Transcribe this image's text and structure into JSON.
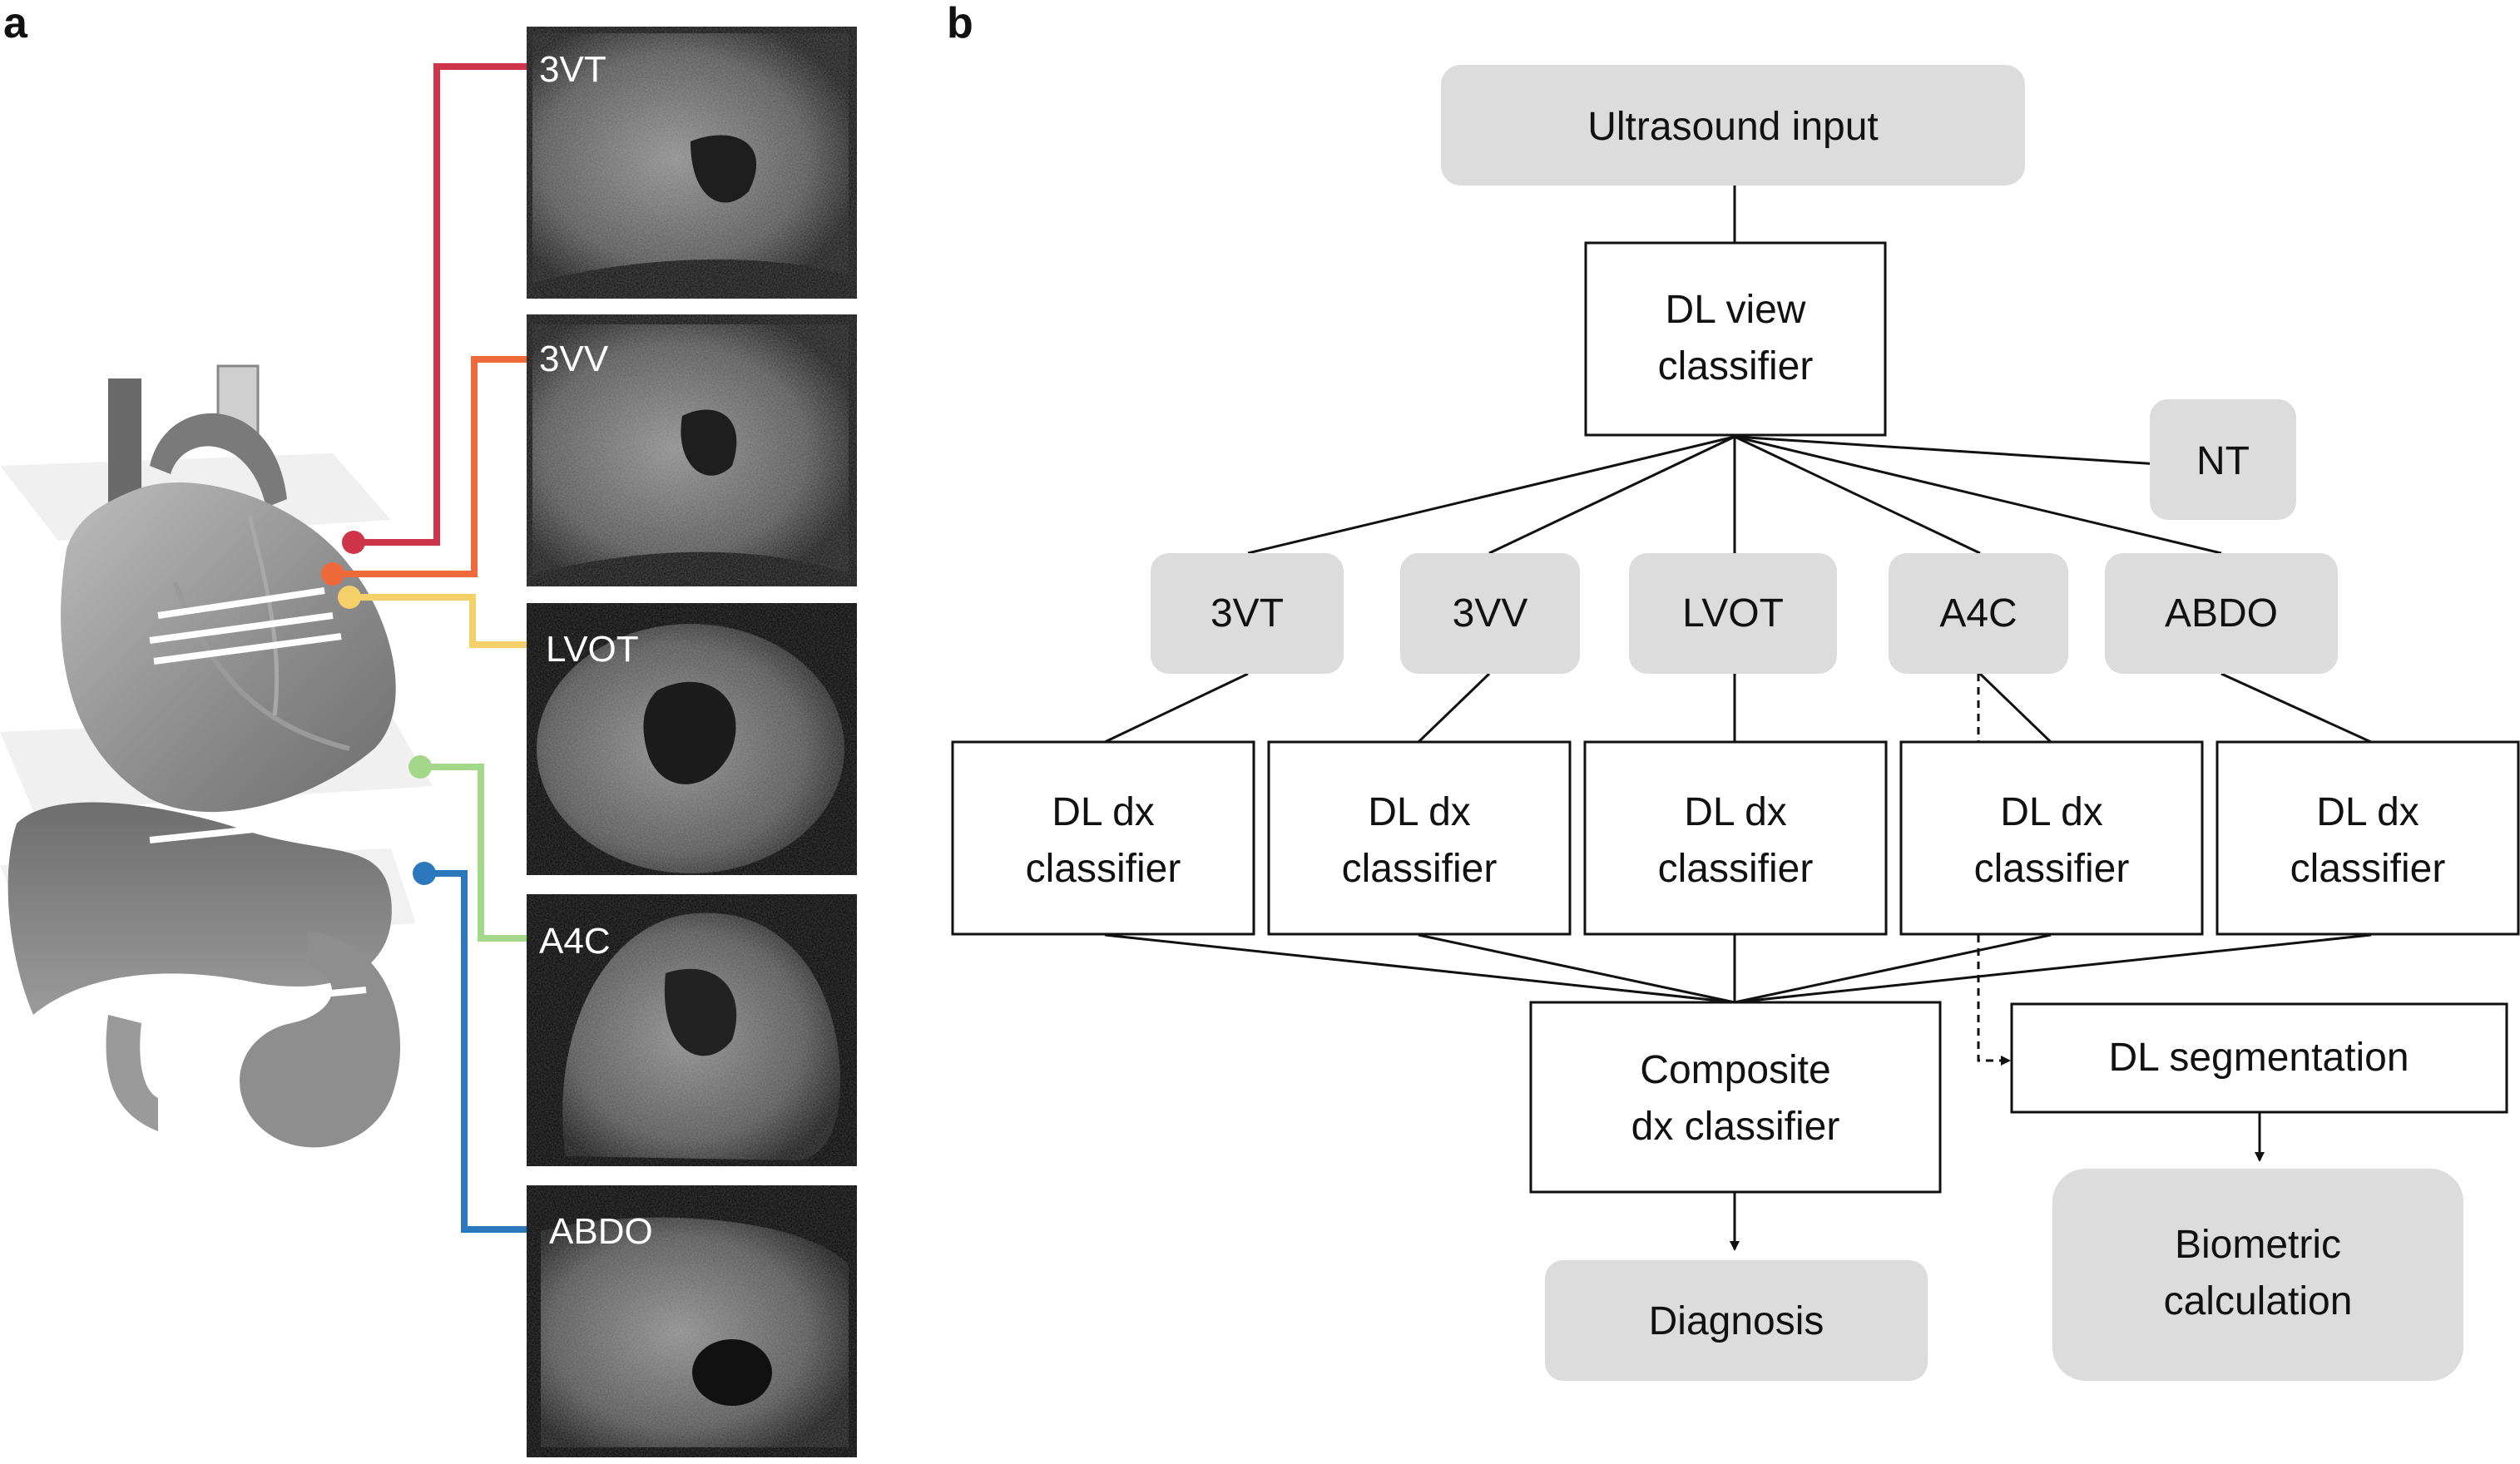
{
  "panel_a": {
    "letter": "a",
    "views": [
      {
        "label": "3VT",
        "color": "#d0344a"
      },
      {
        "label": "3VV",
        "color": "#ee6a3a"
      },
      {
        "label": "LVOT",
        "color": "#f5cf6a"
      },
      {
        "label": "A4C",
        "color": "#a3d88b"
      },
      {
        "label": "ABDO",
        "color": "#2b78bd"
      }
    ]
  },
  "panel_b": {
    "letter": "b",
    "ultrasound_input": "Ultrasound input",
    "view_classifier": [
      "DL view",
      "classifier"
    ],
    "nt": "NT",
    "views": [
      "3VT",
      "3VV",
      "LVOT",
      "A4C",
      "ABDO"
    ],
    "dx_classifier": [
      "DL dx",
      "classifier"
    ],
    "composite": [
      "Composite",
      "dx classifier"
    ],
    "segmentation": "DL segmentation",
    "diagnosis": "Diagnosis",
    "biometric": [
      "Biometric",
      "calculation"
    ]
  },
  "colors": {
    "gray_box": "#dcdcdc",
    "line": "#111111"
  }
}
